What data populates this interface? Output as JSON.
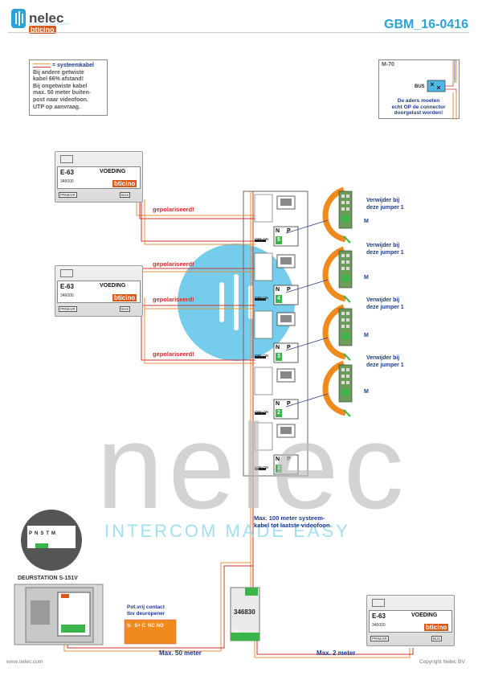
{
  "header": {
    "brand": "nelec",
    "tagline": "INTERCOM MADE EASY",
    "partner": "bticino",
    "doc_id": "GBM_16-0416"
  },
  "note_box": {
    "legend_label": "= systeemkabel",
    "lines": [
      "Bij andere getwiste",
      "kabel 66% afstand!",
      "Bij ongetwiste kabel",
      "max. 50 meter buiten-",
      "post naar videofoon.",
      "UTP op aanvraag."
    ]
  },
  "m70_box": {
    "label": "M-70",
    "bus_label": "BUS",
    "note_lines": [
      "De aders moeten",
      "echt OP de connector",
      "doorgelust worden!"
    ]
  },
  "power_supplies": [
    {
      "model": "E-63",
      "name": "VOEDING",
      "code": "346000",
      "brand": "bticino",
      "primary": "PRIMAIR",
      "bus": "BUS"
    },
    {
      "model": "E-63",
      "name": "VOEDING",
      "code": "346000",
      "brand": "bticino",
      "primary": "PRIMAIR",
      "bus": "BUS"
    },
    {
      "model": "E-63",
      "name": "VOEDING",
      "code": "346000",
      "brand": "bticino",
      "primary": "PRIMAIR",
      "bus": "BUS"
    }
  ],
  "labels": {
    "polarized": "gepolariseerd!",
    "jumper_line1": "Verwijder bij",
    "jumper_line2": "deze jumper 1",
    "jumper_m": "M",
    "max100_line1": "Max. 100 meter systeem-",
    "max100_line2": "kabel tot laatste videofoon",
    "contact_line1": "Pot.vrij contact",
    "contact_line2": "tbv deuropener",
    "contact_terms": "S-  S+ C  NC NO",
    "max50": "Max. 50 meter",
    "max2": "Max. 2 meter",
    "door_station": "DEURSTATION S-151V",
    "module_code": "346830",
    "module_av": "AV",
    "off_on": "OFF ON",
    "n": "N",
    "p": "P",
    "door_inset_terms": [
      "P",
      "N",
      "S",
      "T",
      "M"
    ]
  },
  "videophones": [
    {
      "n_value": "5"
    },
    {
      "n_value": "4"
    },
    {
      "n_value": "3"
    },
    {
      "n_value": "2"
    },
    {
      "n_value": "1"
    }
  ],
  "watermark": {
    "text": "nelec",
    "tagline": "INTERCOM MADE EASY"
  },
  "footer": {
    "left": "www.nelec.com",
    "right": "Copyright Nelec BV"
  },
  "colors": {
    "brand_blue": "#2aa3d6",
    "label_red": "#d42a2a",
    "label_blue": "#1f3a8f",
    "bticino_orange": "#d85a1a",
    "terminal_green": "#3ab54a"
  }
}
